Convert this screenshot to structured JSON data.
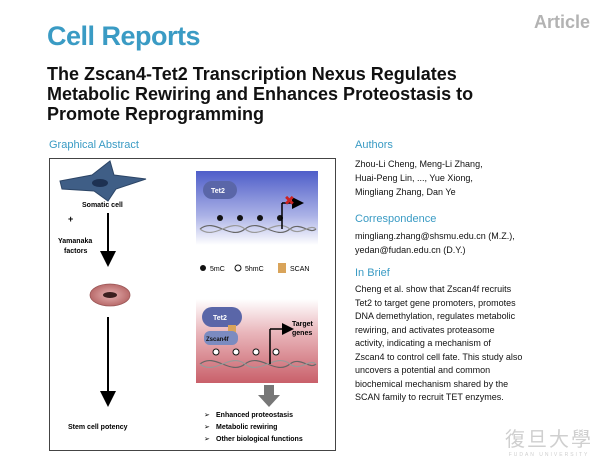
{
  "header": {
    "journal": "Cell Reports",
    "article_type": "Article"
  },
  "title_lines": [
    "The Zscan4-Tet2 Transcription Nexus Regulates",
    "Metabolic Rewiring and Enhances Proteostasis to",
    "Promote Reprogramming"
  ],
  "graphical_abstract": {
    "heading": "Graphical Abstract",
    "somatic_cell": "Somatic cell",
    "plus": "+",
    "yamanaka_line1": "Yamanaka",
    "yamanaka_line2": "factors",
    "stem_cell": "Stem cell potency",
    "tet2_top": "Tet2",
    "tet2_bottom": "Tet2",
    "zscan4f": "Zscan4f",
    "target_line1": "Target",
    "target_line2": "genes",
    "legend_5mc": "5mC",
    "legend_5hmc": "5hmC",
    "legend_scan": "SCAN",
    "outcomes": [
      "Enhanced proteostasis",
      "Metabolic rewiring",
      "Other biological functions"
    ],
    "colors": {
      "somatic_cell": "#3f5e86",
      "stem_cell": "#c98a8a",
      "panel_top": "#4f5ec9",
      "panel_bottom": "#c9606a",
      "tet2": "#5a66a8",
      "scan": "#d9a45a",
      "repress_x": "#cc2222"
    }
  },
  "authors": {
    "heading": "Authors",
    "lines": [
      "Zhou-Li Cheng, Meng-Li Zhang,",
      "Huai-Peng Lin, ..., Yue Xiong,",
      "Mingliang Zhang, Dan Ye"
    ]
  },
  "correspondence": {
    "heading": "Correspondence",
    "lines": [
      "mingliang.zhang@shsmu.edu.cn (M.Z.),",
      "yedan@fudan.edu.cn (D.Y.)"
    ]
  },
  "in_brief": {
    "heading": "In Brief",
    "lines": [
      "Cheng et al. show that Zscan4f recruits",
      "Tet2 to target gene promoters, promotes",
      "DNA demethylation, regulates metabolic",
      "rewiring, and activates proteasome",
      "activity, indicating a mechanism of",
      "Zscan4 to control cell fate. This study also",
      "uncovers a potential and common",
      "biochemical mechanism shared by the",
      "SCAN family to recruit TET enzymes."
    ]
  },
  "watermark": {
    "chinese": "復旦大學",
    "english": "FUDAN UNIVERSITY"
  }
}
